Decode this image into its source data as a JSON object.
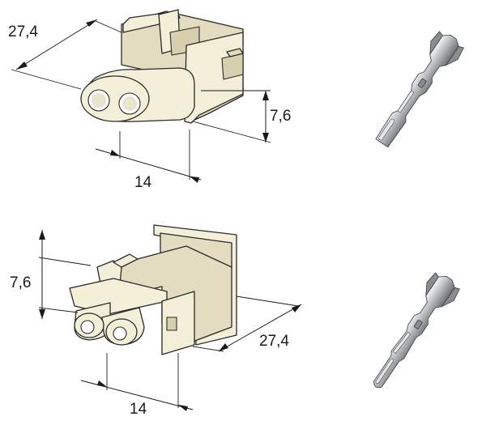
{
  "top_connector": {
    "dim_length": "27,4",
    "dim_height": "7,6",
    "dim_width": "14"
  },
  "bottom_connector": {
    "dim_height": "7,6",
    "dim_length": "27,4",
    "dim_width": "14"
  }
}
